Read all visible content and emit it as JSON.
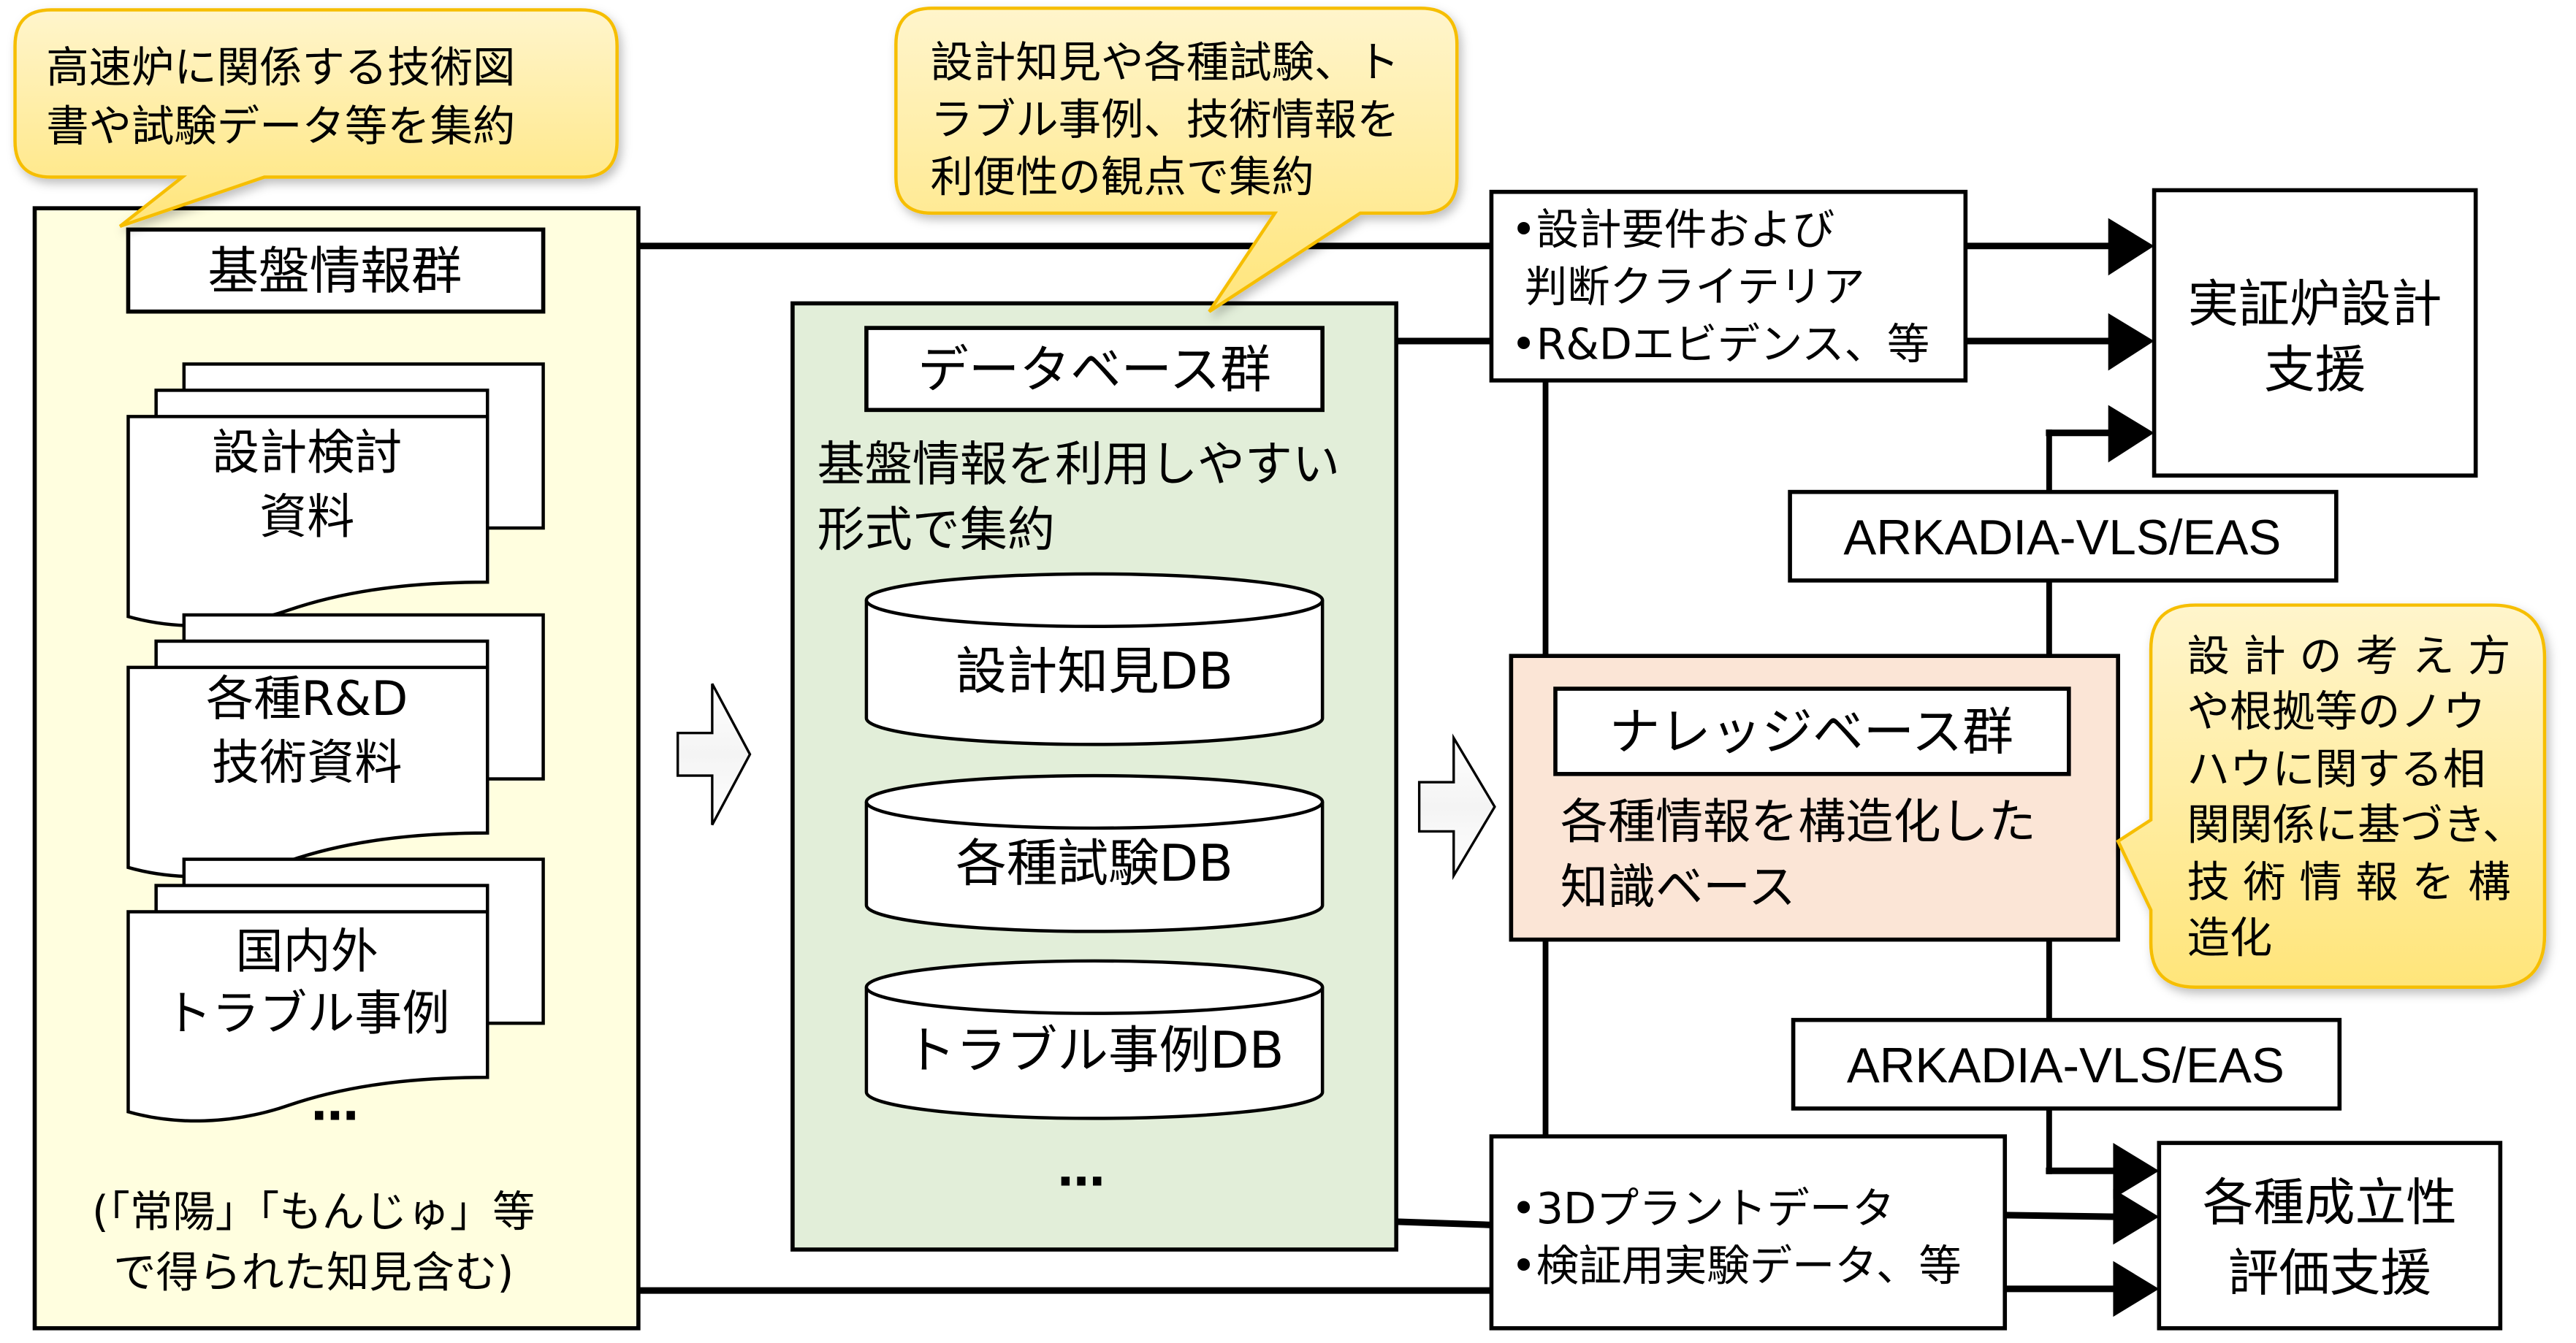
{
  "colors": {
    "foundation_bg": "#FFFEDF",
    "database_bg": "#E2EED9",
    "knowledge_bg": "#FBE5D6",
    "callout_fill_top": "#FFF5CC",
    "callout_fill_bottom": "#FFE57A",
    "callout_border": "#F6BE00",
    "line": "#000000"
  },
  "callouts": {
    "foundation": [
      "高速炉に関係する技術図",
      "書や試験データ等を集約"
    ],
    "database": [
      "設計知見や各種試験、ト",
      "ラブル事例、技術情報を",
      "利便性の観点で集約"
    ],
    "knowledge": [
      "設 計 の 考 え 方",
      "や根拠等のノウ",
      "ハウに関する相",
      "関関係に基づき、",
      "技 術 情 報 を 構",
      "造化"
    ]
  },
  "foundation": {
    "title": "基盤情報群",
    "documents": [
      {
        "lines": [
          "設計検討",
          "資料"
        ]
      },
      {
        "lines": [
          "各種R&D",
          "技術資料"
        ]
      },
      {
        "lines": [
          "国内外",
          "トラブル事例"
        ]
      }
    ],
    "ellipsis": "…",
    "note": [
      "(「常陽」「もんじゅ」等",
      "で得られた知見含む)"
    ]
  },
  "database": {
    "title": "データベース群",
    "description": [
      "基盤情報を利用しやすい",
      "形式で集約"
    ],
    "dbs": [
      "設計知見DB",
      "各種試験DB",
      "トラブル事例DB"
    ],
    "ellipsis": "…"
  },
  "knowledge": {
    "title": "ナレッジベース群",
    "description": [
      "各種情報を構造化した",
      "知識ベース"
    ]
  },
  "info_top": {
    "items": [
      "•設計要件および",
      " 判断クライテリア",
      "•R&Dエビデンス、等"
    ]
  },
  "info_bottom": {
    "items": [
      "•3Dプラントデータ",
      "•検証用実験データ、等"
    ]
  },
  "tools": {
    "upper": "ARKADIA-VLS/EAS",
    "lower": "ARKADIA-VLS/EAS"
  },
  "outputs": {
    "design_support": [
      "実証炉設計",
      "支援"
    ],
    "feasibility_support": [
      "各種成立性",
      "評価支援"
    ]
  }
}
